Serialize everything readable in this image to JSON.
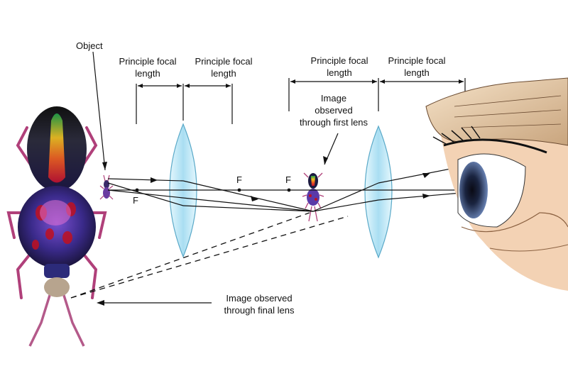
{
  "labels": {
    "object": "Object",
    "focal_1_line1": "Principle focal",
    "focal_1_line2": "length",
    "focal_2_line1": "Principle focal",
    "focal_2_line2": "length",
    "focal_3_line1": "Principle focal",
    "focal_3_line2": "length",
    "focal_4_line1": "Principle focal",
    "focal_4_line2": "length",
    "image_first_line1": "Image",
    "image_first_line2": "observed",
    "image_first_line3": "through first lens",
    "image_final_line1": "Image observed",
    "image_final_line2": "through final lens",
    "focal_point_1": "F",
    "focal_point_2": "F",
    "focal_point_3": "F"
  },
  "colors": {
    "lens_fill": "#bfeaf7",
    "lens_edge": "#5aa9c8",
    "line": "#111111",
    "beetle_body": "#2a1d5e",
    "beetle_highlight": "#d04ad0",
    "skin": "#f3d2b4",
    "iris": "#3a4c6e"
  },
  "icons": {
    "object_beetle": "beetle-icon",
    "image_beetle": "beetle-icon",
    "virtual_image": "large-beetle-image",
    "eye": "human-eye-icon"
  }
}
